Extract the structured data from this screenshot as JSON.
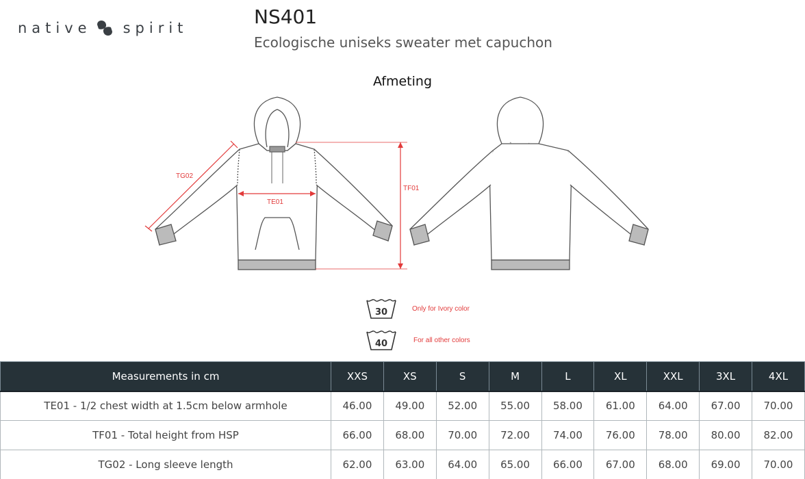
{
  "brand": {
    "left": "native",
    "right": "spirit"
  },
  "product": {
    "code": "NS401",
    "name": "Ecologische uniseks sweater met capuchon"
  },
  "section_title": "Afmeting",
  "diagram": {
    "labels": {
      "tg02": "TG02",
      "te01": "TE01",
      "tf01": "TF01"
    },
    "accent_color": "#e23a3a",
    "line_color": "#555555"
  },
  "care": [
    {
      "temp": "30",
      "note": "Only for Ivory color"
    },
    {
      "temp": "40",
      "note": "For all other colors"
    }
  ],
  "table": {
    "header_bg": "#263238",
    "columns": [
      "Measurements in cm",
      "XXS",
      "XS",
      "S",
      "M",
      "L",
      "XL",
      "XXL",
      "3XL",
      "4XL"
    ],
    "rows": [
      [
        "TE01 - 1/2 chest width at 1.5cm below armhole",
        "46.00",
        "49.00",
        "52.00",
        "55.00",
        "58.00",
        "61.00",
        "64.00",
        "67.00",
        "70.00"
      ],
      [
        "TF01 - Total height from HSP",
        "66.00",
        "68.00",
        "70.00",
        "72.00",
        "74.00",
        "76.00",
        "78.00",
        "80.00",
        "82.00"
      ],
      [
        "TG02 - Long sleeve length",
        "62.00",
        "63.00",
        "64.00",
        "65.00",
        "66.00",
        "67.00",
        "68.00",
        "69.00",
        "70.00"
      ]
    ]
  }
}
